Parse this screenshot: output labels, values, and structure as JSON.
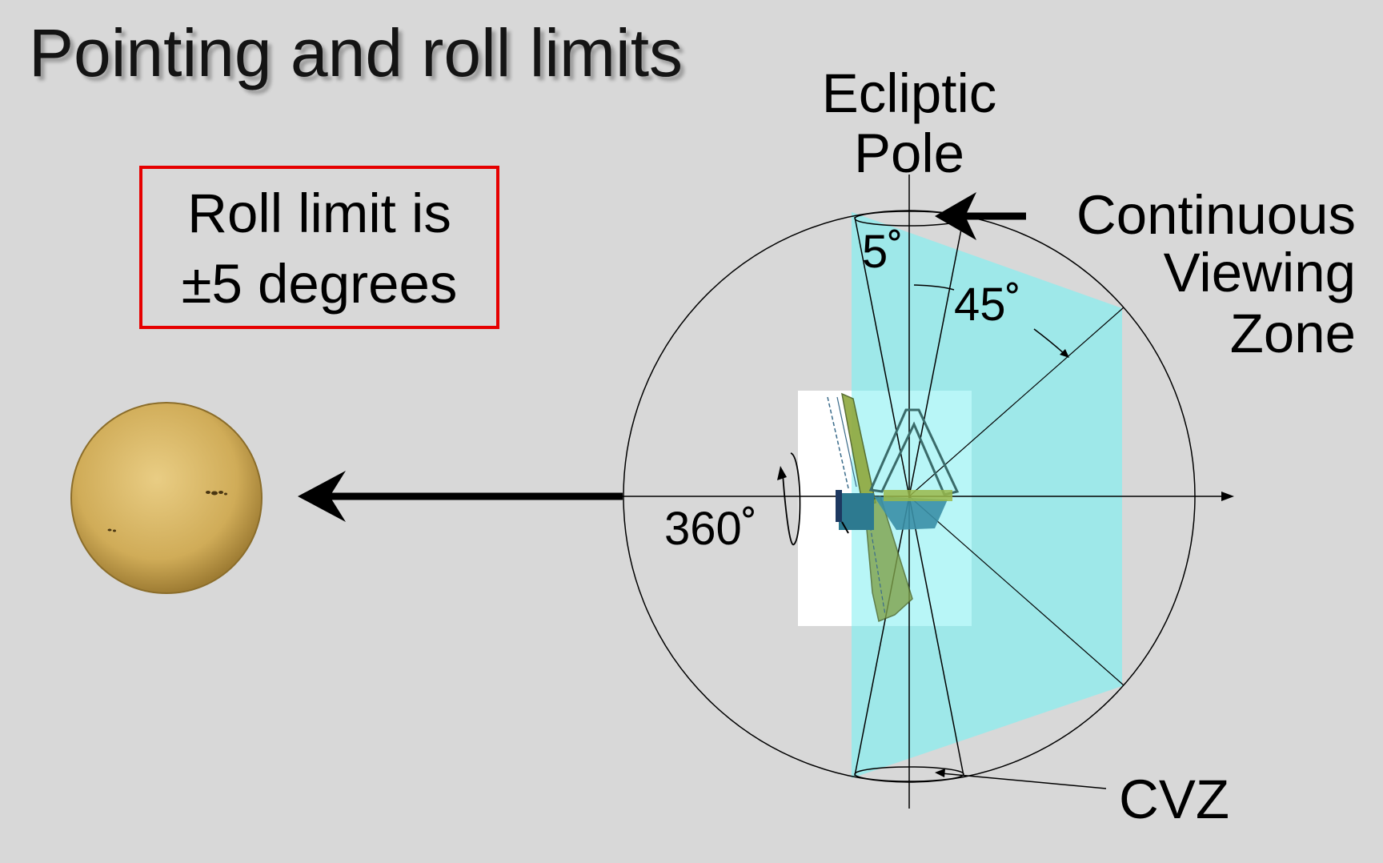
{
  "slide": {
    "title": "Pointing and roll limits"
  },
  "callout": {
    "line1": "Roll limit is",
    "line2": "±5 degrees",
    "border_color": "#e60000"
  },
  "diagram": {
    "ecliptic_pole": {
      "line1": "Ecliptic",
      "line2": "Pole"
    },
    "continuous_viewing_zone": {
      "line1": "Continuous",
      "line2": "Viewing",
      "line3": "Zone"
    },
    "angle_small": "5˚",
    "angle_large": "45˚",
    "roll_angle": "360˚",
    "cvz_label": "CVZ",
    "colors": {
      "background": "#d8d8d8",
      "cvz_fill": "#9be9ea",
      "cvz_fill_light": "#b8f6f7",
      "sun": "#d4b15e",
      "sun_edge": "#8b6d2a",
      "arrow": "#000000"
    }
  }
}
